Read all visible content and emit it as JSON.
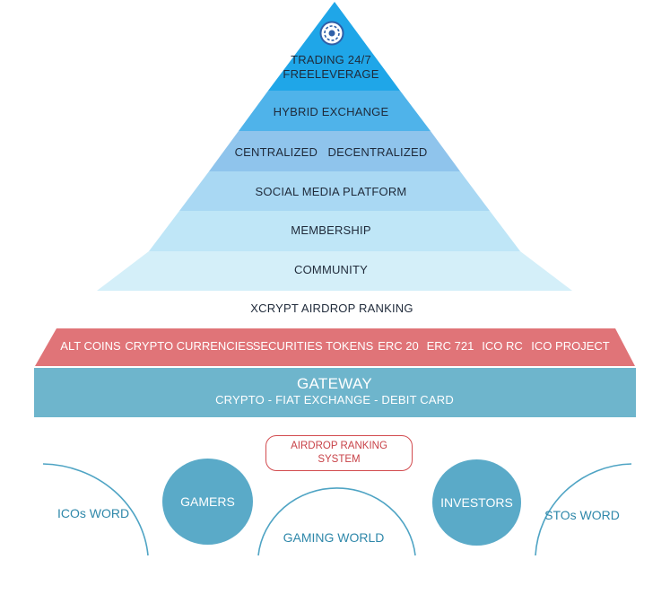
{
  "pyramid": {
    "logo_icon": "globe-gear-logo",
    "layers": [
      {
        "lines": [
          "TRADING 24/7",
          "FREELEVERAGE"
        ],
        "color": "#1fa6e8"
      },
      {
        "lines": [
          "HYBRID EXCHANGE"
        ],
        "color": "#4fb3ea"
      },
      {
        "lines": [
          "CENTRALIZED   DECENTRALIZED"
        ],
        "color": "#8fc4ec"
      },
      {
        "lines": [
          "SOCIAL MEDIA PLATFORM"
        ],
        "color": "#a9d8f3"
      },
      {
        "lines": [
          "MEMBERSHIP"
        ],
        "color": "#bfe6f7"
      },
      {
        "lines": [
          "COMMUNITY"
        ],
        "color": "#d4eff9"
      }
    ]
  },
  "ranking_label": "XCRYPT AIRDROP RANKING",
  "tokens": {
    "color": "#e07478",
    "items": [
      "ALT COINS",
      "CRYPTO CURRENCIES",
      "SECURITIES TOKENS",
      "ERC 20",
      "ERC 721",
      "ICO RC",
      "ICO PROJECT"
    ]
  },
  "gateway": {
    "color": "#6eb5cc",
    "title": "GATEWAY",
    "subtitle": "CRYPTO - FIAT EXCHANGE - DEBIT CARD"
  },
  "airdrop_system": {
    "line1": "AIRDROP RANKING",
    "line2": "SYSTEM"
  },
  "bottom": {
    "icos_word": "ICOs WORD",
    "gamers": "GAMERS",
    "gaming_world": "GAMING WORLD",
    "investors": "INVESTORS",
    "stos_word": "STOs WORD"
  }
}
